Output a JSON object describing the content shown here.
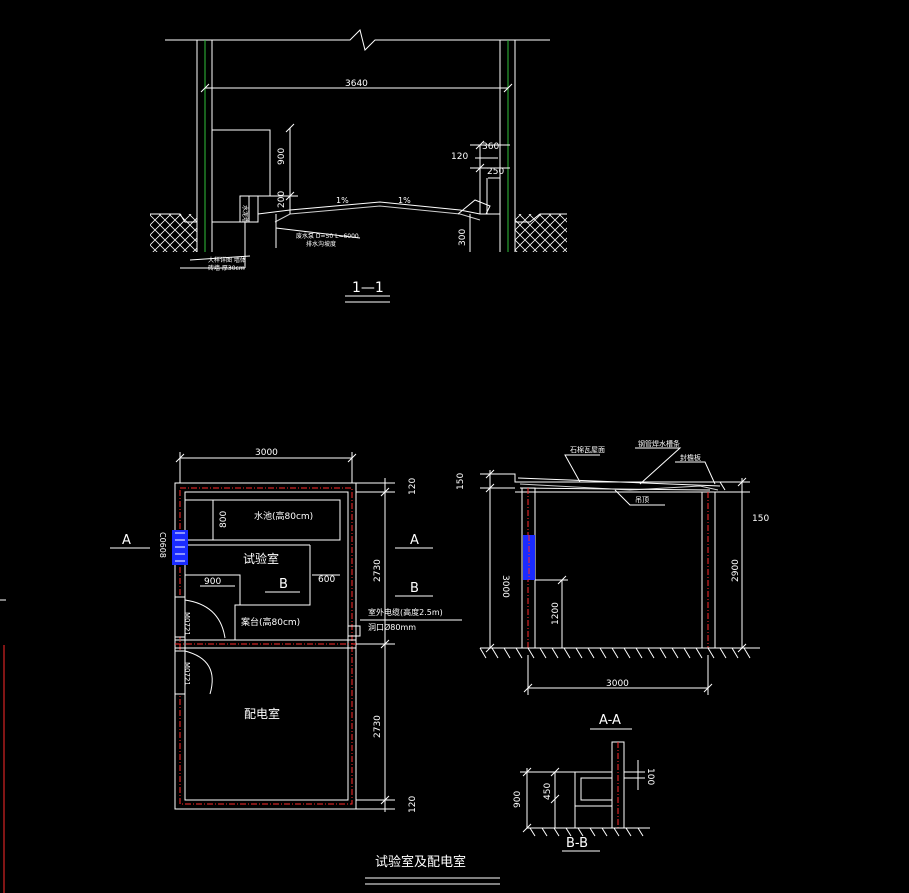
{
  "colors": {
    "background": "#000000",
    "line": "#ffffff",
    "green": "#2fbf3a",
    "red": "#ff2a2a",
    "blue": "#1a2bff",
    "gray": "#cfcfcf"
  },
  "section_1_1": {
    "title": "1—1",
    "dim_width": "3640",
    "dim_900": "900",
    "dim_200": "200",
    "dim_120": "120",
    "dim_360": "360",
    "dim_250": "250",
    "dim_300": "300",
    "slope_left": "1%",
    "slope_right": "1%",
    "note_pipe": "废水泵 D=50 L=6000",
    "note_pipe2": "排水沟坡度",
    "note_bottom1": "大样详图 墙体",
    "note_bottom2": "砖墙 厚30cm",
    "wall_label": "水泥墙"
  },
  "plan": {
    "dim_top": "3000",
    "dim_800": "800",
    "dim_900": "900",
    "dim_600": "600",
    "dim_120_top": "120",
    "dim_2730_upper": "2730",
    "dim_2730_lower": "2730",
    "dim_120_bottom": "120",
    "section_mark_a_left": "A",
    "section_mark_a_right": "A",
    "section_mark_b_center": "B",
    "section_mark_b_right": "B",
    "window_code": "C0608",
    "door_code_upper": "M0721",
    "door_code_lower": "M0721",
    "sink_label": "水池(高80cm)",
    "room_test": "试验室",
    "bench_label": "案台(高80cm)",
    "cable_note1": "室外电缆(高度2.5m)",
    "cable_note2": "洞口Ø80mm",
    "room_power": "配电室",
    "title": "试验室及配电室"
  },
  "section_a_a": {
    "label_roof1": "石棉瓦屋面",
    "label_roof2": "钢管焊水槽条",
    "label_roof3": "封檐板",
    "label_purlin": "吊顶",
    "dim_150_left": "150",
    "dim_150_right": "150",
    "dim_3000_height": "3000",
    "dim_2900": "2900",
    "dim_1200": "1200",
    "dim_3000_width": "3000",
    "title": "A-A"
  },
  "section_b_b": {
    "dim_900": "900",
    "dim_450": "450",
    "dim_100": "100",
    "title": "B-B"
  }
}
